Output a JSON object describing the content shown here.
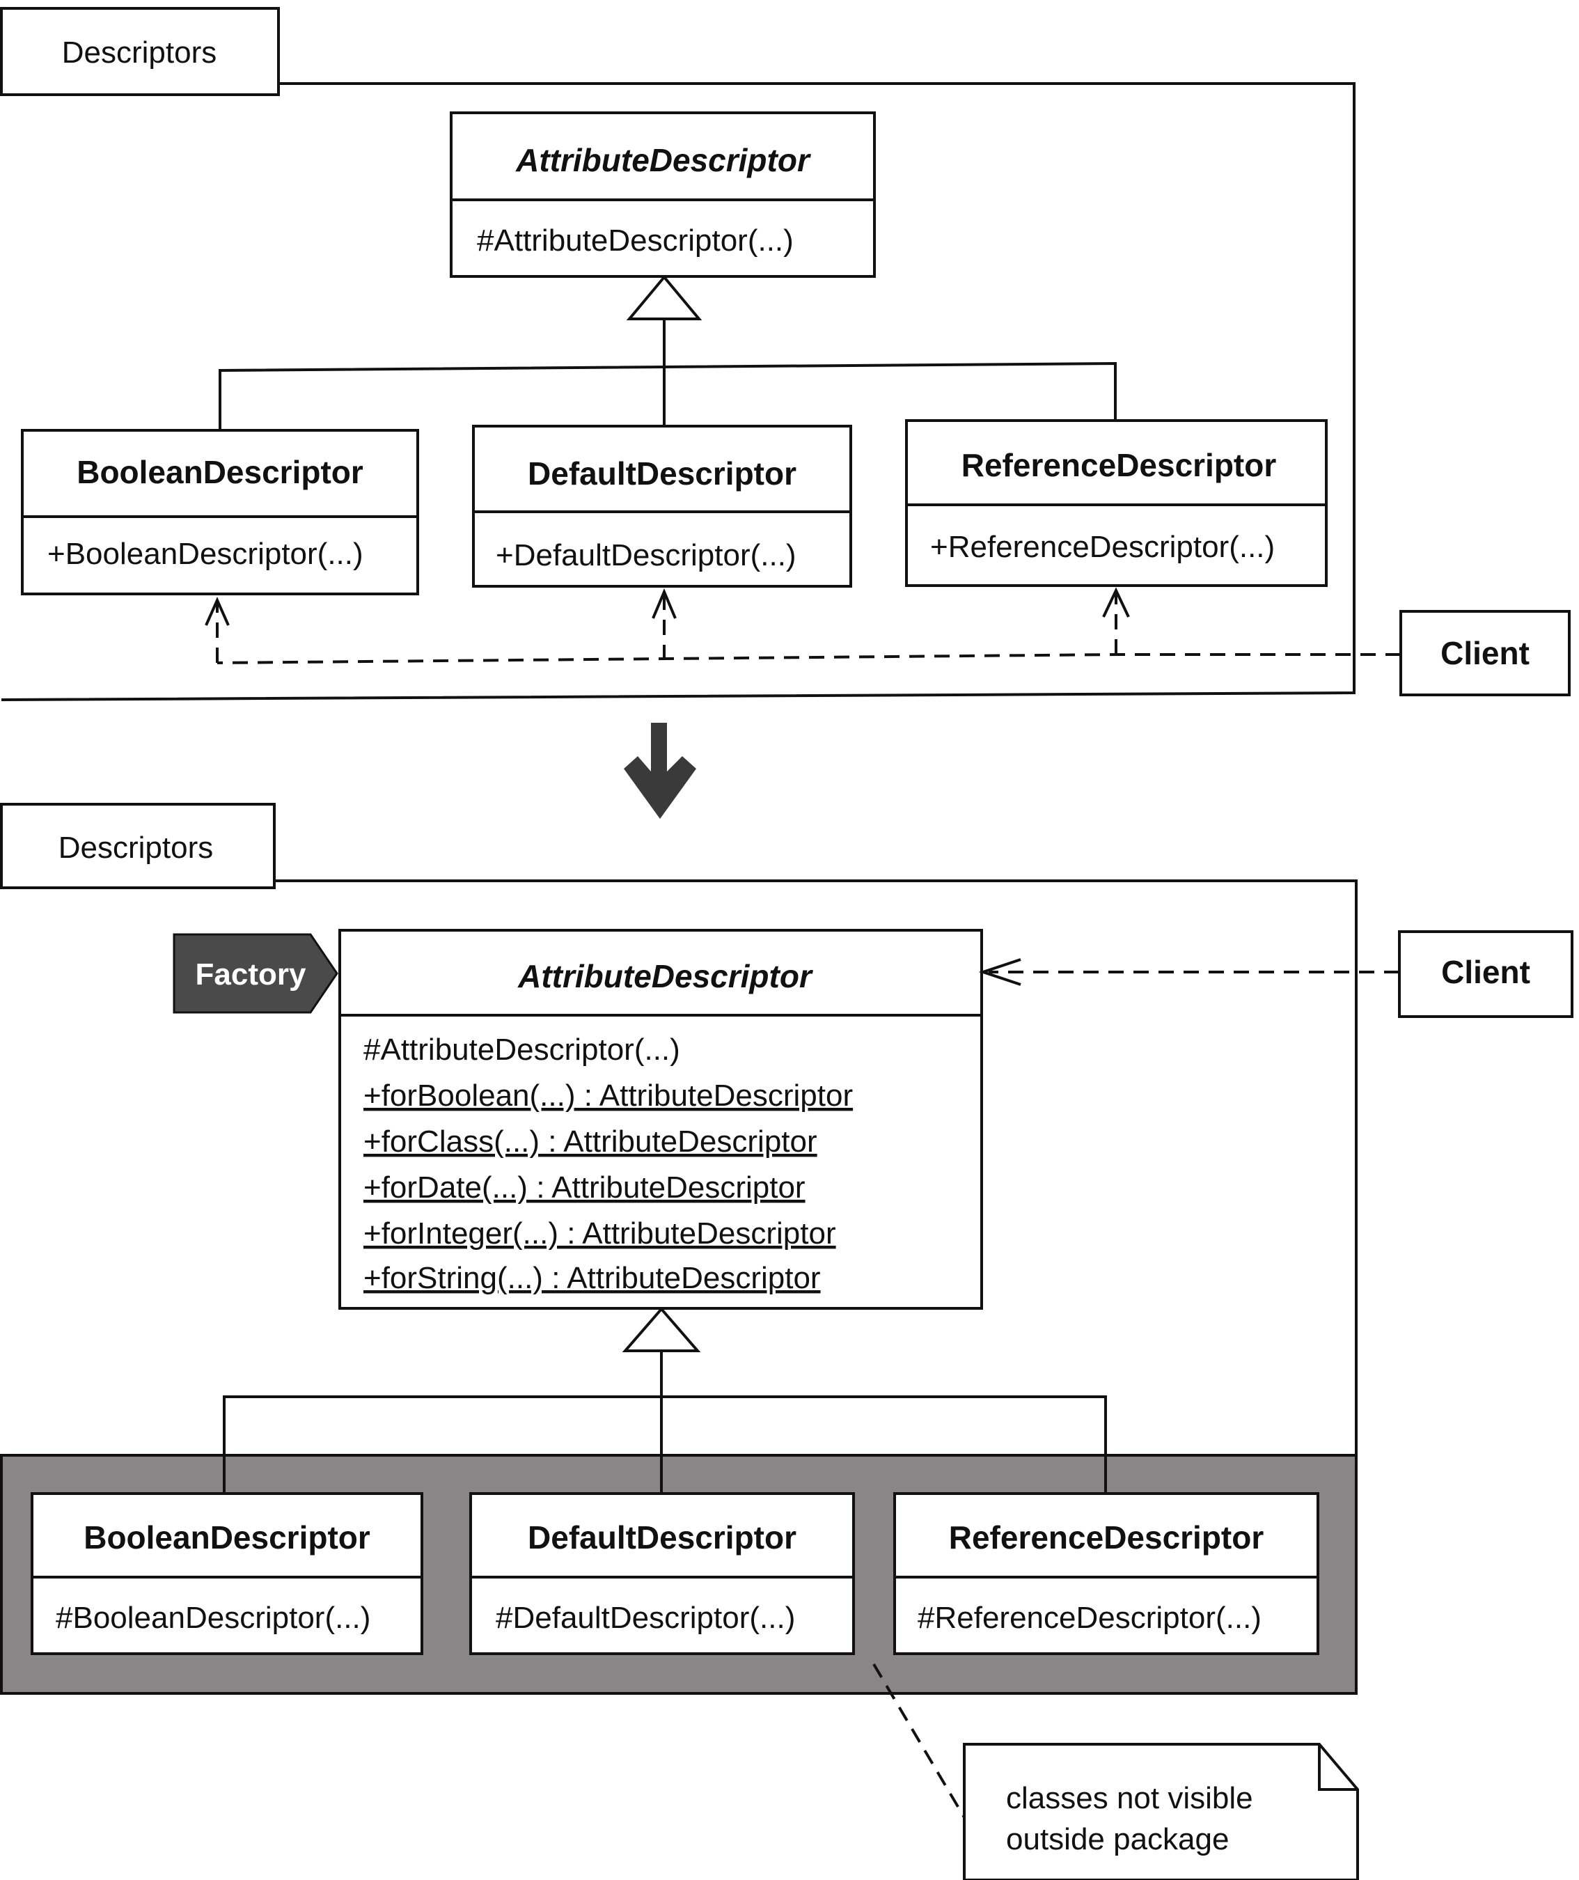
{
  "top_package": {
    "tab_label": "Descriptors",
    "abstract_class": {
      "name": "AttributeDescriptor",
      "operations": [
        "#AttributeDescriptor(...)"
      ]
    },
    "subclasses": [
      {
        "name": "BooleanDescriptor",
        "operation": "+BooleanDescriptor(...)"
      },
      {
        "name": "DefaultDescriptor",
        "operation": "+DefaultDescriptor(...)"
      },
      {
        "name": "ReferenceDescriptor",
        "operation": "+ReferenceDescriptor(...)"
      }
    ],
    "client_label": "Client"
  },
  "bottom_package": {
    "tab_label": "Descriptors",
    "factory_tag": "Factory",
    "abstract_class": {
      "name": "AttributeDescriptor",
      "constructor": "#AttributeDescriptor(...)",
      "static_operations": [
        "+forBoolean(...) : AttributeDescriptor",
        "+forClass(...) : AttributeDescriptor",
        "+forDate(...) : AttributeDescriptor",
        "+forInteger(...) : AttributeDescriptor",
        "+forString(...) : AttributeDescriptor"
      ]
    },
    "subclasses": [
      {
        "name": "BooleanDescriptor",
        "operation": "#BooleanDescriptor(...)"
      },
      {
        "name": "DefaultDescriptor",
        "operation": "#DefaultDescriptor(...)"
      },
      {
        "name": "ReferenceDescriptor",
        "operation": "#ReferenceDescriptor(...)"
      }
    ],
    "client_label": "Client",
    "note_lines": [
      "classes not visible",
      "outside package"
    ]
  },
  "colors": {
    "hidden_region": "#8a8587",
    "factory_tag": "#4a4a4a",
    "transition_arrow": "#3a3a3a"
  }
}
